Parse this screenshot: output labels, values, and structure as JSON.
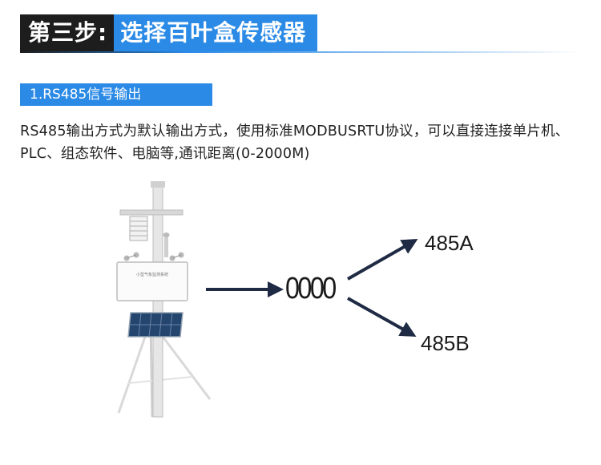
{
  "header": {
    "step_label": "第三步:",
    "title": "选择百叶盒传感器",
    "step_color": "#1d1d1d",
    "accent_color": "#2b8ae6"
  },
  "section": {
    "label": "1.RS485信号输出"
  },
  "description": "RS485输出方式为默认输出方式，使用标准MODBUSRTU协议，可以直接连接单片机、PLC、组态软件、电脑等,通讯距离(0-2000M)",
  "diagram": {
    "device_image": "weather-station-with-louver-box-and-solar-panel",
    "panel_text": "小型气象监测系统",
    "signal_code": "0000",
    "output_a": "485A",
    "output_b": "485B",
    "arrow_color": "#1f2a44"
  }
}
